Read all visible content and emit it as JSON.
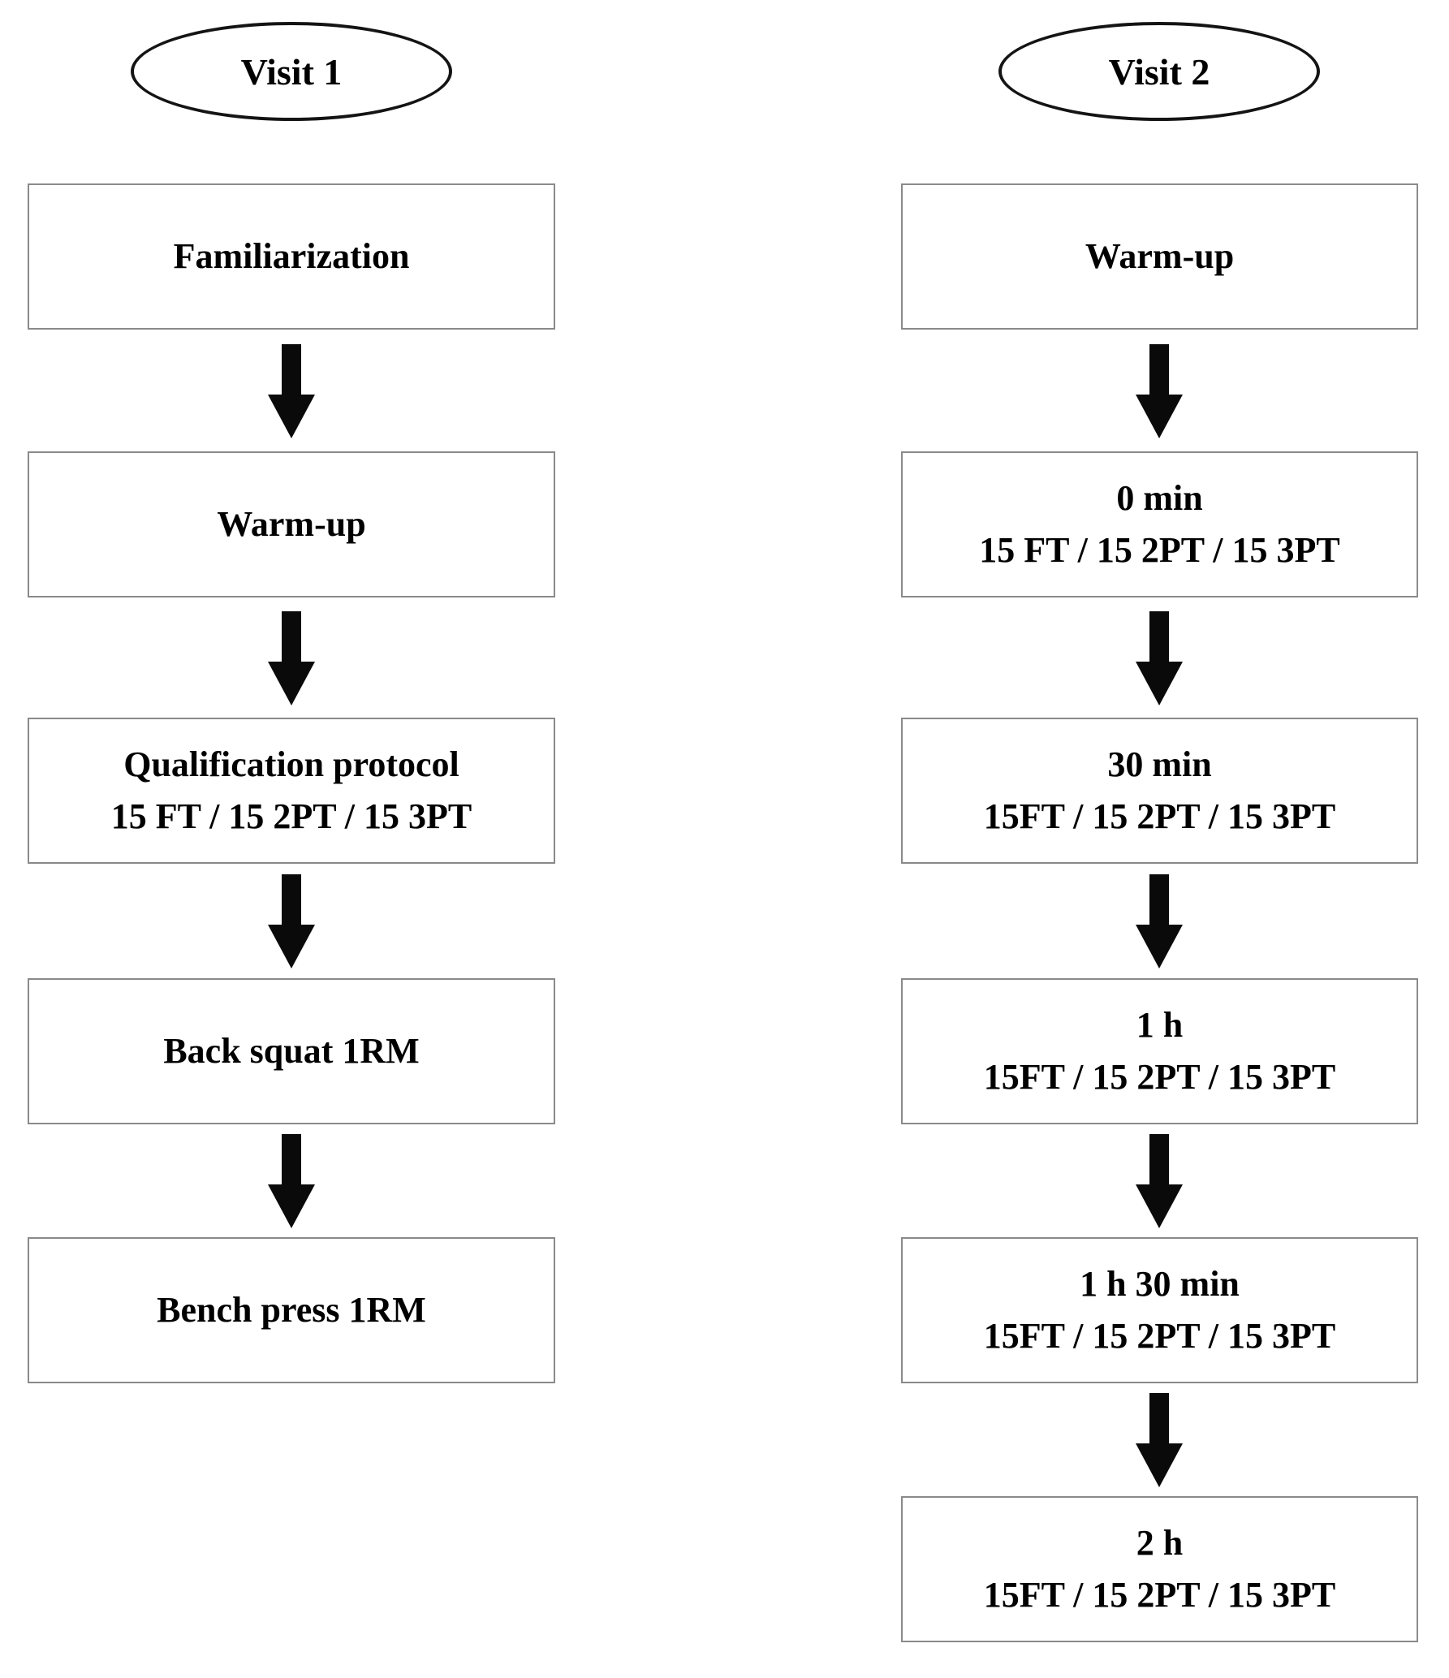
{
  "diagram_type": "flowchart",
  "columns": [
    {
      "header": "Visit 1",
      "steps": [
        {
          "lines": [
            "Familiarization"
          ]
        },
        {
          "lines": [
            "Warm-up"
          ]
        },
        {
          "lines": [
            "Qualification protocol",
            "15 FT / 15 2PT / 15 3PT"
          ]
        },
        {
          "lines": [
            "Back squat 1RM"
          ]
        },
        {
          "lines": [
            "Bench press 1RM"
          ]
        }
      ]
    },
    {
      "header": "Visit 2",
      "steps": [
        {
          "lines": [
            "Warm-up"
          ]
        },
        {
          "lines": [
            "0 min",
            "15 FT / 15 2PT / 15 3PT"
          ]
        },
        {
          "lines": [
            "30 min",
            "15FT / 15 2PT / 15 3PT"
          ]
        },
        {
          "lines": [
            "1 h",
            "15FT / 15 2PT / 15 3PT"
          ]
        },
        {
          "lines": [
            "1 h 30 min",
            "15FT / 15 2PT / 15 3PT"
          ]
        },
        {
          "lines": [
            "2 h",
            "15FT / 15 2PT / 15 3PT"
          ]
        }
      ]
    }
  ],
  "colors": {
    "background": "#ffffff",
    "box_border": "#8a8a8a",
    "ellipse_border": "#141414",
    "arrow": "#0a0a0a",
    "text": "#000000"
  }
}
